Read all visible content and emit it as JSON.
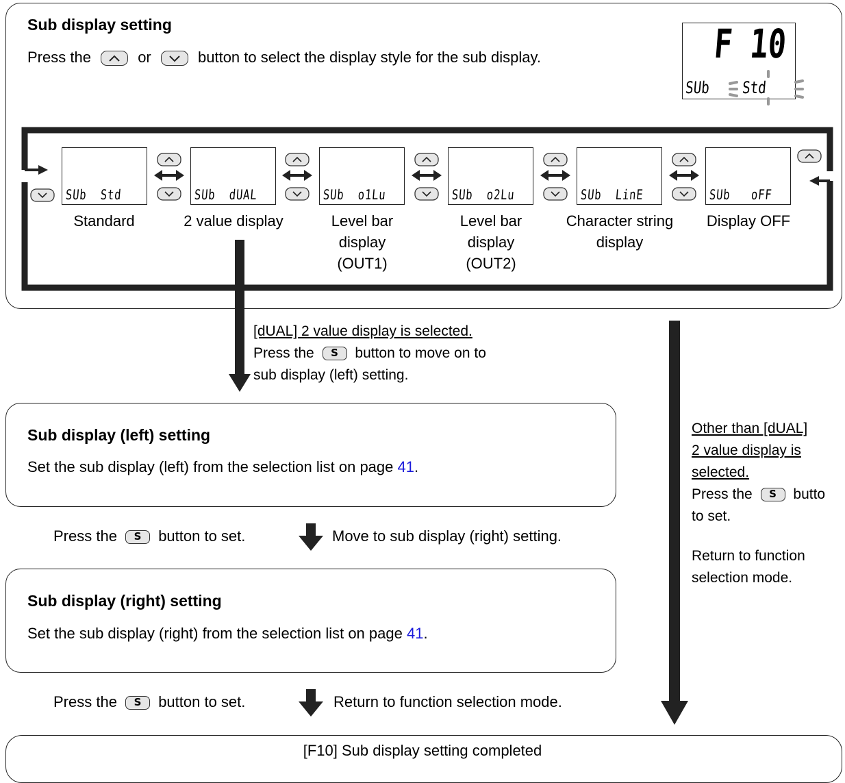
{
  "sub_display_setting": {
    "title": "Sub display setting",
    "instruction_pre": "Press the",
    "instruction_or": "or",
    "instruction_post": "button to select the display style for the sub display.",
    "preview": {
      "main": "F 10",
      "sub_left": "SUb",
      "sub_right": "Std"
    }
  },
  "options": [
    {
      "lcd": "SUb  Std",
      "label": "Standard"
    },
    {
      "lcd": "SUb  dUAL",
      "label": "2 value display"
    },
    {
      "lcd": "SUb  o1Lu",
      "label": "Level bar display (OUT1)"
    },
    {
      "lcd": "SUb  o2Lu",
      "label": "Level bar display (OUT2)"
    },
    {
      "lcd": "SUb  LinE",
      "label": "Character string display"
    },
    {
      "lcd": "SUb   oFF",
      "label": "Display OFF"
    }
  ],
  "dual_note": {
    "line1": "[dUAL] 2 value display is selected.",
    "line2_pre": "Press the",
    "line2_post": "button to move on to",
    "line3": "sub display (left) setting."
  },
  "left_setting": {
    "title": "Sub display (left) setting",
    "text": "Set the sub display (left) from the selection list on page",
    "page": "41",
    "end": "."
  },
  "step1": {
    "pre": "Press the",
    "post": "button to set.",
    "next": "Move to sub display (right) setting."
  },
  "right_setting": {
    "title": "Sub display (right) setting",
    "text": "Set the sub display (right) from the selection list on page",
    "page": "41",
    "end": "."
  },
  "step2": {
    "pre": "Press the",
    "post": "button to set.",
    "next": "Return to function selection mode."
  },
  "other_note": {
    "line1": "Other than [dUAL]",
    "line2": "2 value display is",
    "line3": "selected.",
    "line4_pre": "Press the",
    "line4_post": "butto",
    "line5": "to set.",
    "line6": "Return to function",
    "line7": "selection mode."
  },
  "completed": "[F10] Sub display setting completed",
  "icons": {
    "up": "up-button-icon",
    "down": "down-button-icon",
    "s": "s-button-icon",
    "s_label": "S"
  }
}
